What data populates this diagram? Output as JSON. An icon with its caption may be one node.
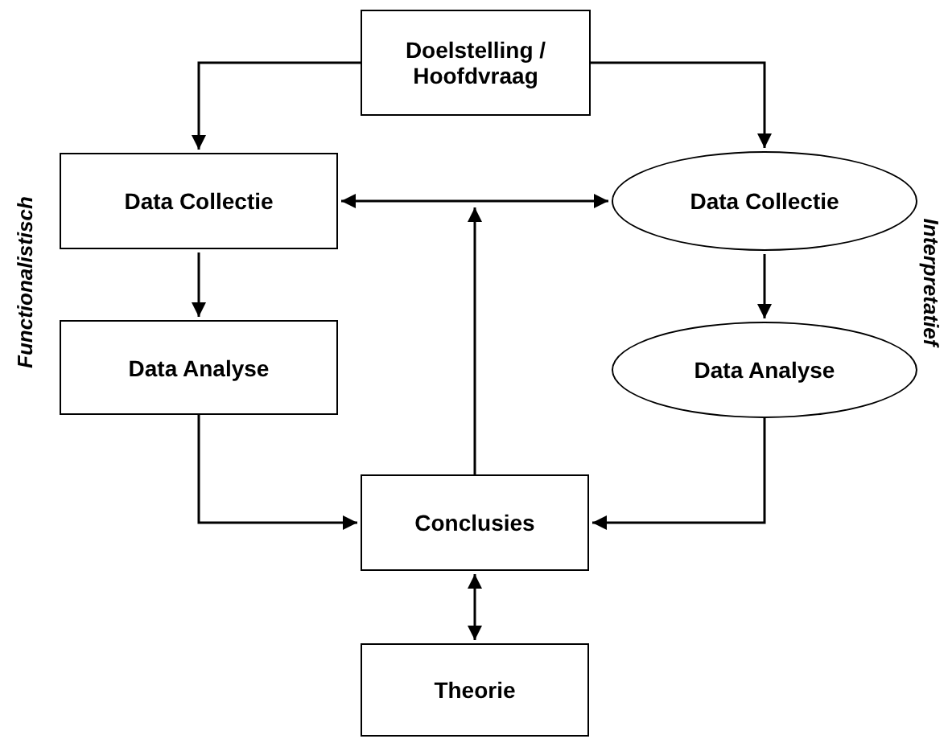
{
  "diagram": {
    "nodes": [
      {
        "text": [
          "Doelstelling / Hoofdvraag"
        ]
      },
      {
        "text": [
          "Data Collectie"
        ]
      },
      {
        "text": [
          "Data Collectie"
        ]
      },
      {
        "text": [
          "Data Analyse"
        ]
      },
      {
        "text": [
          "Data Analyse"
        ]
      },
      {
        "text": [
          "Conclusies"
        ]
      },
      {
        "text": [
          "Theorie"
        ]
      }
    ],
    "edges": [
      {
        "from": 0,
        "to": 1,
        "arrow": "to"
      },
      {
        "from": 0,
        "to": 2,
        "arrow": "to"
      },
      {
        "from": 1,
        "to": 2,
        "arrow": "both"
      },
      {
        "from": 1,
        "to": 3,
        "arrow": "to"
      },
      {
        "from": 2,
        "to": 4,
        "arrow": "to"
      },
      {
        "from": 3,
        "to": 5,
        "arrow": "to"
      },
      {
        "from": 4,
        "to": 5,
        "arrow": "to"
      },
      {
        "from": 5,
        "to": null,
        "arrow": "to"
      },
      {
        "from": 5,
        "to": 6,
        "arrow": "both"
      }
    ],
    "labels": [
      "Functionalistisch",
      "Interpretatief"
    ]
  }
}
